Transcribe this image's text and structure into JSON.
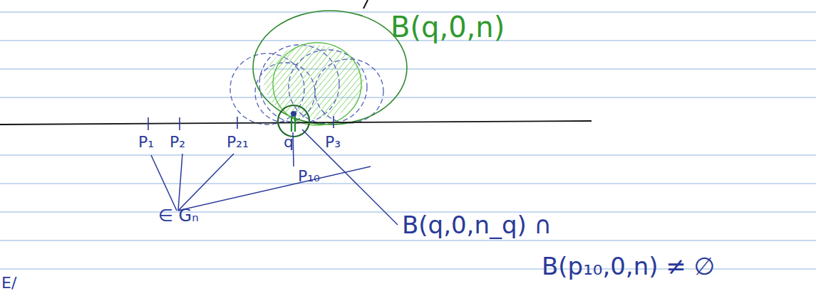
{
  "diagram": {
    "labels": [
      "B(q,0,n)",
      "P₁",
      "P₂",
      "P₂₁",
      "q",
      "P₃",
      "P₁₀",
      "∈ Gₙ",
      "B(q,0,n_q) ∩",
      "B(p₁₀,0,n) ≠ ∅",
      "E/"
    ]
  }
}
